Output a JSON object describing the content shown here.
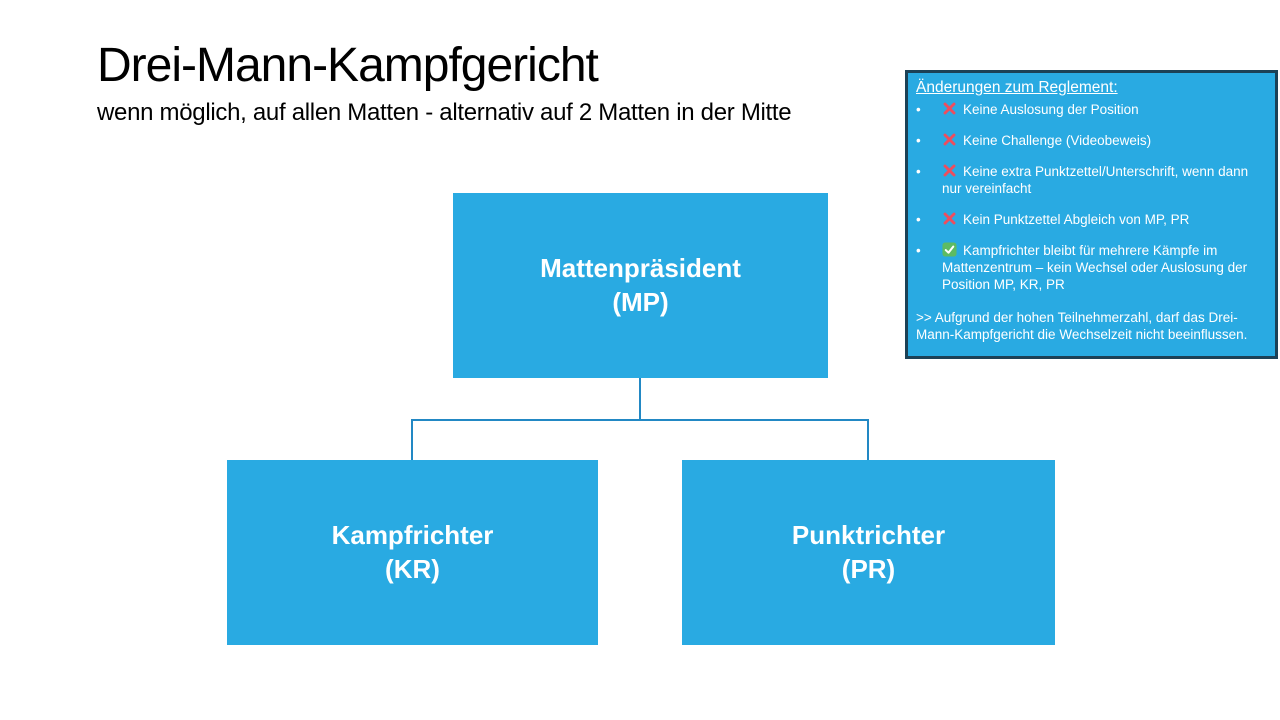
{
  "slide": {
    "title": "Drei-Mann-Kampfgericht",
    "subtitle": "wenn möglich, auf allen Matten - alternativ auf 2 Matten in der Mitte"
  },
  "org_chart": {
    "root": {
      "name": "Mattenpräsident",
      "abbr": "(MP)"
    },
    "children": [
      {
        "name": "Kampfrichter",
        "abbr": "(KR)"
      },
      {
        "name": "Punktrichter",
        "abbr": "(PR)"
      }
    ]
  },
  "reglement_panel": {
    "title": "Änderungen zum Reglement:",
    "bullet": "•",
    "items": [
      {
        "icon": "cross-mark-icon",
        "text": "Keine Auslosung der Position"
      },
      {
        "icon": "cross-mark-icon",
        "text": "Keine Challenge (Videobeweis)"
      },
      {
        "icon": "cross-mark-icon",
        "text": "Keine extra Punktzettel/Unterschrift, wenn dann nur vereinfacht"
      },
      {
        "icon": "cross-mark-icon",
        "text": "Kein Punktzettel Abgleich von MP, PR"
      },
      {
        "icon": "check-mark-icon",
        "text": "Kampfrichter bleibt für mehrere Kämpfe im Mattenzentrum – kein Wechsel oder Auslosung der Position MP, KR, PR"
      }
    ],
    "footer": ">> Aufgrund der hohen Teilnehmerzahl, darf das Drei-Mann-Kampfgericht die Wechselzeit nicht beeinflussen."
  },
  "colors": {
    "box_fill": "#29AAE2",
    "connector_line": "#2288C4",
    "panel_fill": "#29AAE2",
    "panel_border": "#1C4156",
    "cross_red": "#ED4D5E",
    "check_green": "#5DBB63",
    "text_on_blue": "#FFFFFF",
    "title_text": "#000000"
  }
}
